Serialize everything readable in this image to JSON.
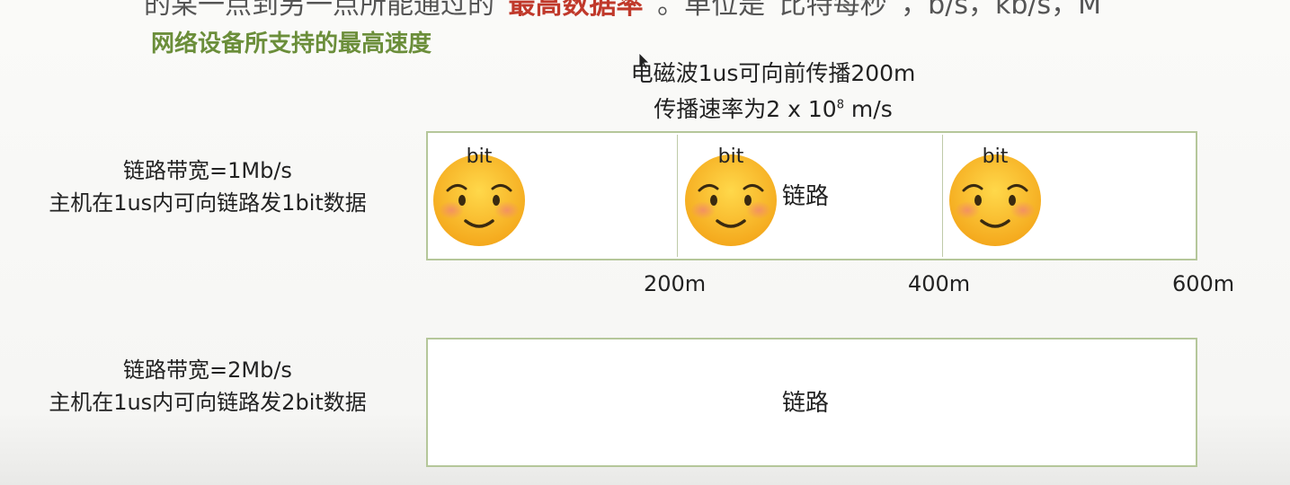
{
  "header": {
    "cut_line_start": "的某一点到另一点所能通过的“",
    "cut_line_red": "最高数据率",
    "cut_line_end": "”。单位是“比特每秒”，b/s，kb/s，M",
    "subtitle": "网络设备所支持的最高速度"
  },
  "propagation": {
    "line1": "电磁波1us可向前传播200m",
    "line2_prefix": "传播速率为2 x 10",
    "line2_exp": "8",
    "line2_suffix": " m/s"
  },
  "case1": {
    "bandwidth": "链路带宽=1Mb/s",
    "desc": "主机在1us内可向链路发1bit数据",
    "link_label": "链路",
    "bit_label": "bit",
    "distances": [
      "200m",
      "400m",
      "600m"
    ]
  },
  "case2": {
    "bandwidth": "链路带宽=2Mb/s",
    "desc": "主机在1us内可向链路发2bit数据",
    "link_label": "链路"
  },
  "icons": [
    "smiling-face-icon",
    "cursor-icon"
  ],
  "colors": {
    "subtitle_green": "#6b8e3a",
    "highlight_red": "#c0392b",
    "box_border": "#b5c79a"
  }
}
